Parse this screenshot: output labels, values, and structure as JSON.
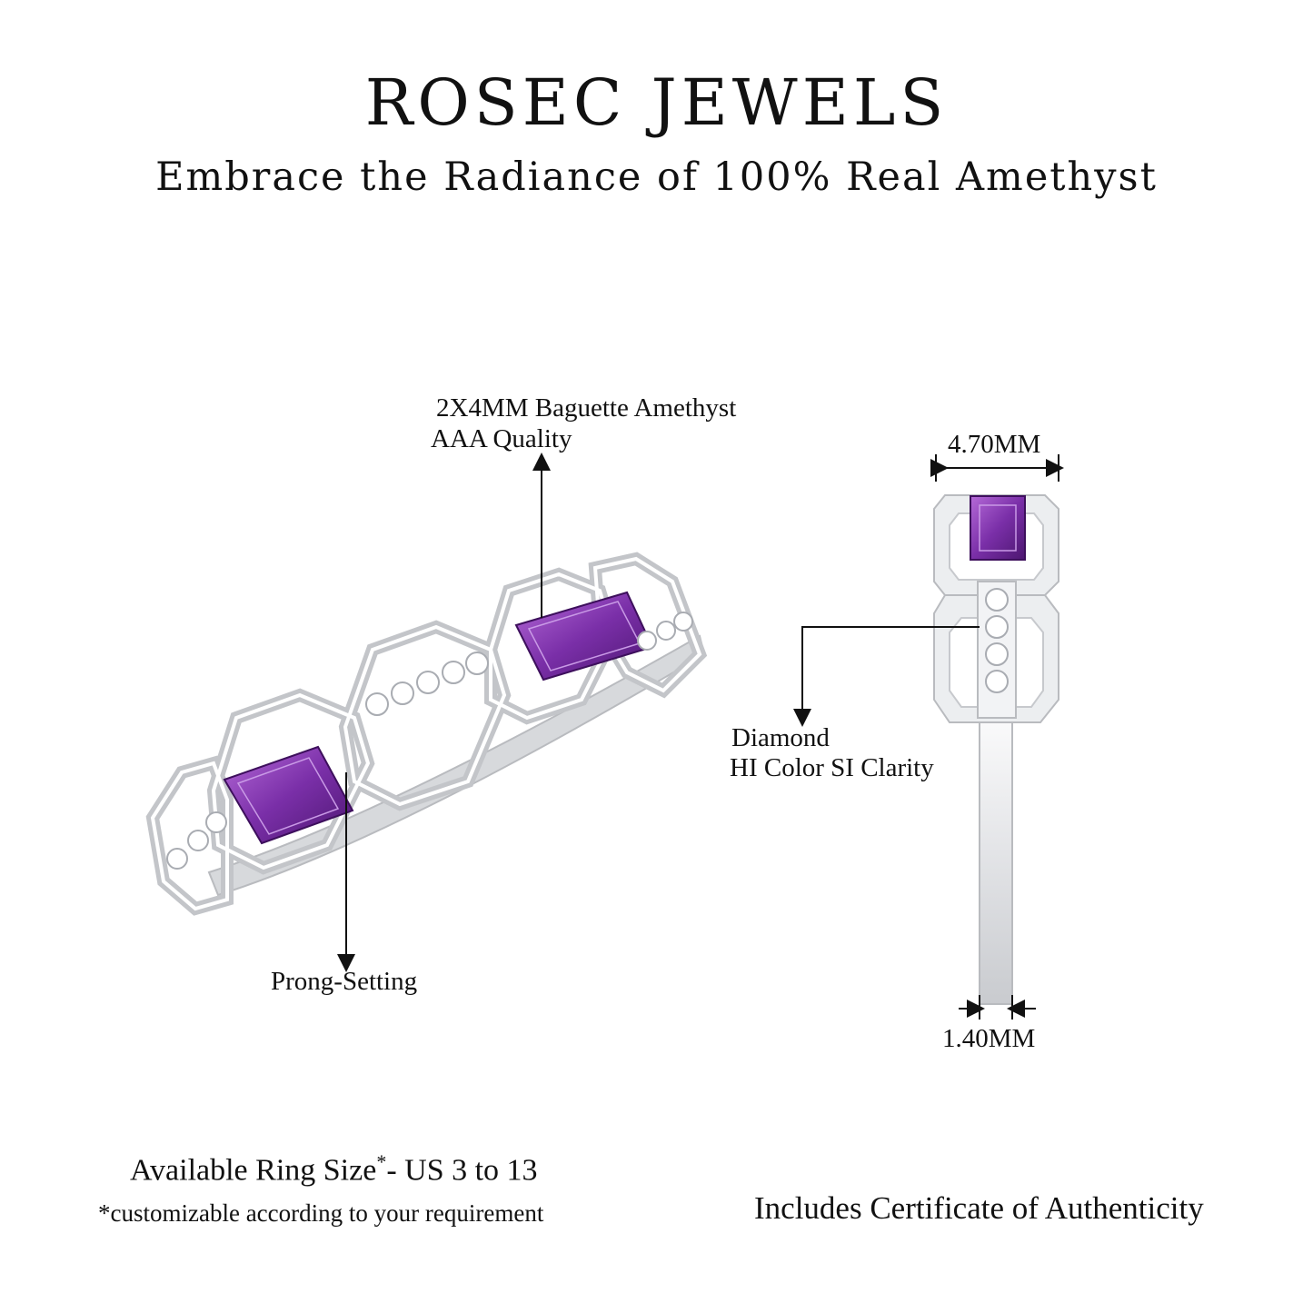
{
  "header": {
    "brand": "ROSEC JEWELS",
    "tagline": "Embrace the Radiance of 100% Real Amethyst"
  },
  "callouts": {
    "amethyst_line1": "2X4MM Baguette Amethyst",
    "amethyst_line2": "AAA Quality",
    "prong": "Prong-Setting",
    "diamond_line1": "Diamond",
    "diamond_line2": "HI Color SI Clarity",
    "top_width": "4.70MM",
    "band_width": "1.40MM"
  },
  "footer": {
    "ring_size_label": "Available Ring Size",
    "ring_size_mark": "*",
    "ring_size_value": "- US 3 to 13",
    "customizable_note": "*customizable according to your requirement",
    "certificate": "Includes Certificate of Authenticity"
  },
  "colors": {
    "amethyst": "#7a2fa8",
    "metal": "#e9eaec",
    "diamond": "#ffffff",
    "text": "#111111"
  }
}
